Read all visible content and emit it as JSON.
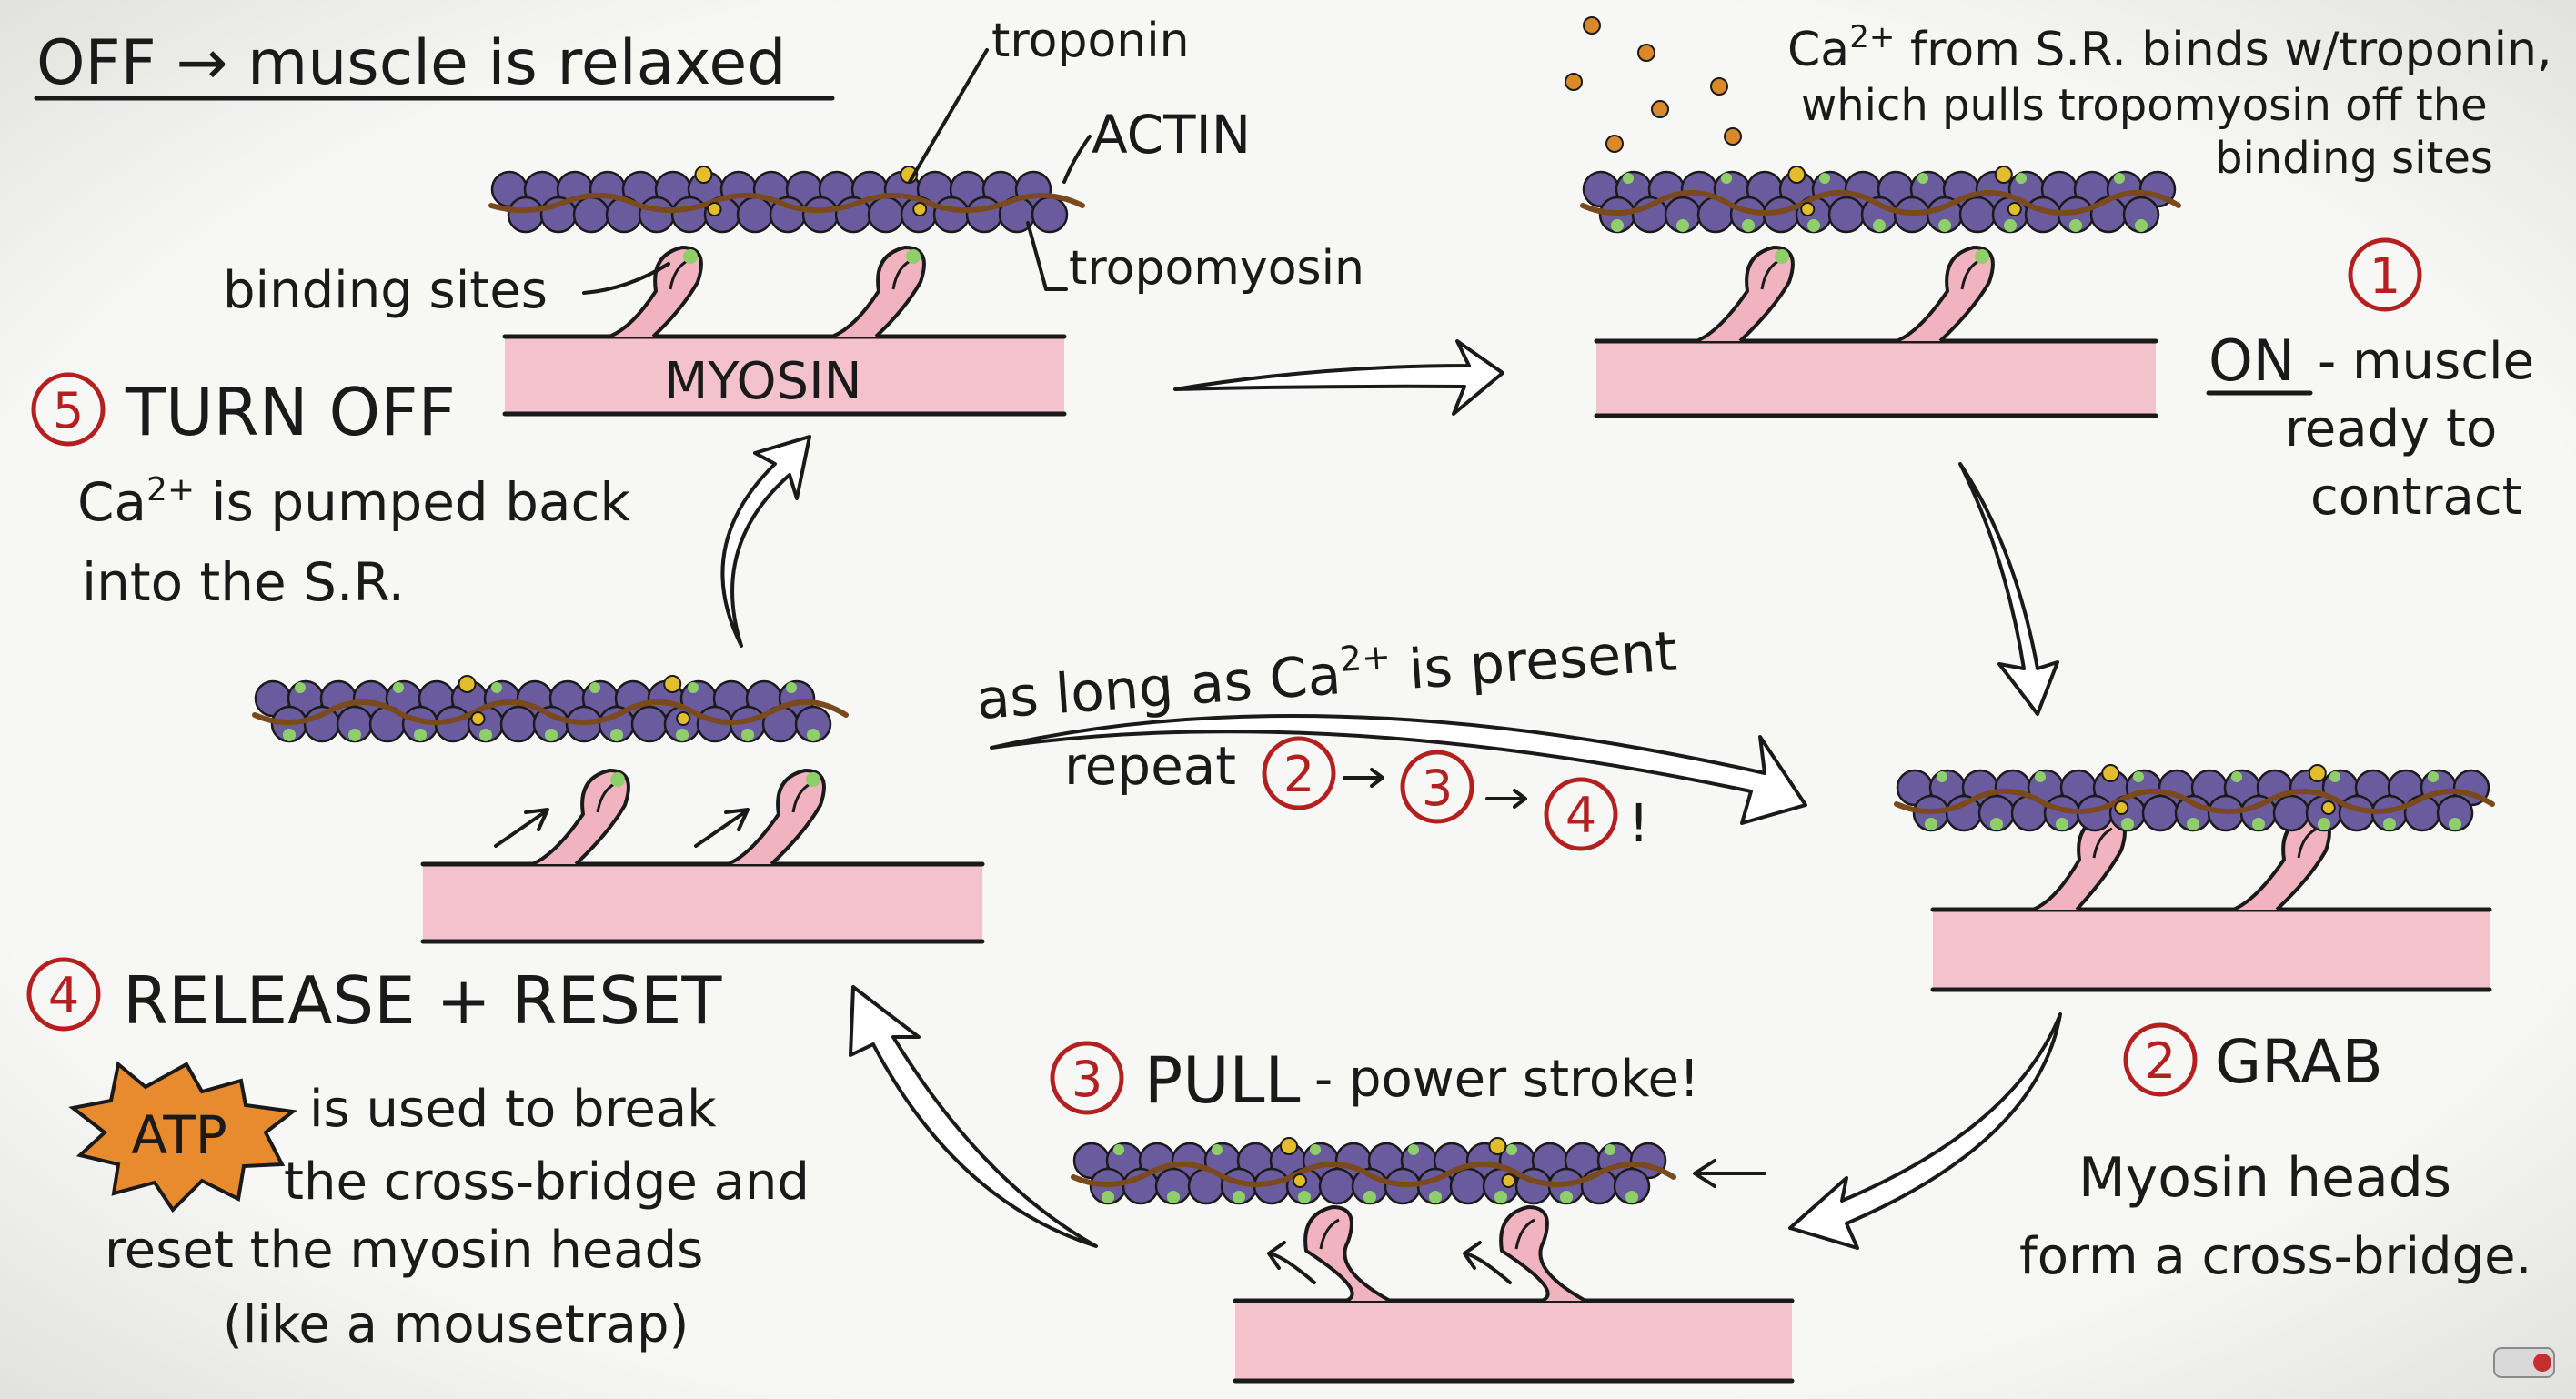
{
  "colors": {
    "background": "#f6f6f4",
    "myosin": "#f4c2cc",
    "myosin_head": "#f2b3c1",
    "actin_bead": "#6a5b9e",
    "binding_site": "#8fcf6a",
    "tropomyosin": "#7a4a1e",
    "troponin": "#e3bd2a",
    "calcium": "#d9892a",
    "step_number": "#b32020",
    "atp_burst": "#e88a2e"
  },
  "off": {
    "title": "OFF → muscle is relaxed",
    "label_troponin": "troponin",
    "label_actin": "ACTIN",
    "label_tropomyosin": "tropomyosin",
    "label_binding_sites": "binding sites",
    "label_myosin": "MYOSIN"
  },
  "step1": {
    "number": "1",
    "caption_line1": "Ca",
    "caption_sup": "2+",
    "caption_line1_rest": " from S.R. binds w/troponin,",
    "caption_line2": "which pulls tropomyosin off the",
    "caption_line3": "binding sites",
    "title": "ON",
    "desc_line1": "- muscle",
    "desc_line2": "ready to",
    "desc_line3": "contract"
  },
  "step2": {
    "number": "2",
    "title": "GRAB",
    "desc_line1": "Myosin heads",
    "desc_line2": "form a cross-bridge."
  },
  "step3": {
    "number": "3",
    "title": "PULL",
    "subtitle": "- power stroke!"
  },
  "step4": {
    "number": "4",
    "title": "RELEASE + RESET",
    "atp": "ATP",
    "desc_line1": "is used to break",
    "desc_line2": "the cross-bridge and",
    "desc_line3": "reset the myosin heads",
    "desc_line4": "(like a mousetrap)"
  },
  "step5": {
    "number": "5",
    "title": "TURN OFF",
    "desc_ca": "Ca",
    "desc_sup": "2+",
    "desc_line1_rest": " is pumped back",
    "desc_line2": "into the S.R."
  },
  "cycle": {
    "text_pre": "as long as Ca",
    "text_sup": "2+",
    "text_post": " is present",
    "repeat": "repeat",
    "n2": "2",
    "n3": "3",
    "n4": "4",
    "bang": "!"
  }
}
